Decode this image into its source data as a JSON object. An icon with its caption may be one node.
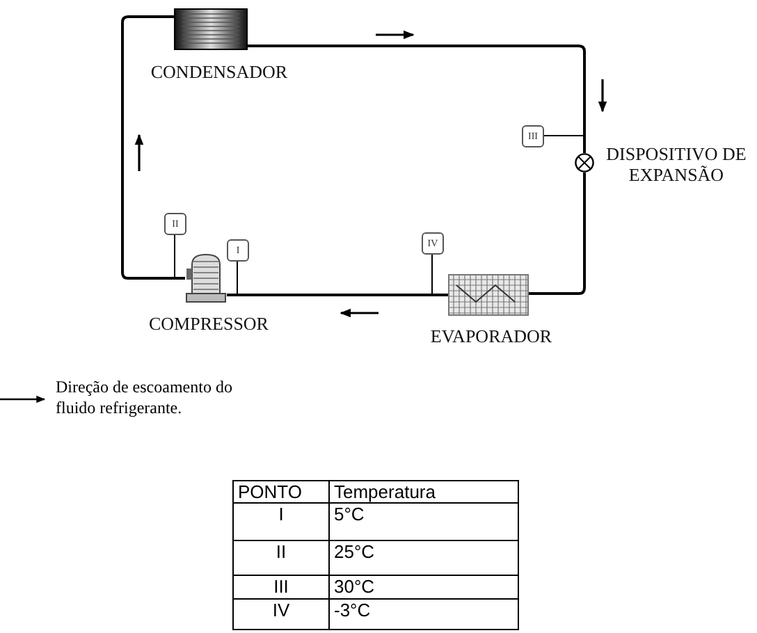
{
  "diagram": {
    "nodes": [
      {
        "text": [
          "CONDENSADOR"
        ]
      },
      {
        "text": [
          "DISPOSITIVO DE EXPANSÃO"
        ]
      },
      {
        "text": [
          "EVAPORADOR"
        ]
      },
      {
        "text": [
          "COMPRESSOR"
        ]
      },
      {
        "text": [
          "II"
        ]
      },
      {
        "text": [
          "I"
        ]
      },
      {
        "text": [
          "IV"
        ]
      },
      {
        "text": [
          "III"
        ]
      }
    ],
    "edges": [
      {
        "from": 0,
        "to": 1,
        "arrow": "none"
      },
      {
        "from": 1,
        "to": 2,
        "arrow": "none"
      },
      {
        "from": 2,
        "to": 3,
        "arrow": "none"
      },
      {
        "from": 3,
        "to": 0,
        "arrow": "none"
      },
      {
        "from": 4,
        "to": 3,
        "arrow": "none"
      },
      {
        "from": 5,
        "to": 3,
        "arrow": "none"
      },
      {
        "from": 6,
        "to": 2,
        "arrow": "none"
      },
      {
        "from": 7,
        "to": null,
        "arrow": "none"
      }
    ],
    "labels": [
      "PONTO",
      "Temperatura",
      "I",
      "5°C",
      "II",
      "25°C",
      "III",
      "30°C",
      "IV",
      "-3°C"
    ],
    "legend": [
      {
        "text": "Direção de escoamento do fluido refrigerante."
      }
    ]
  }
}
